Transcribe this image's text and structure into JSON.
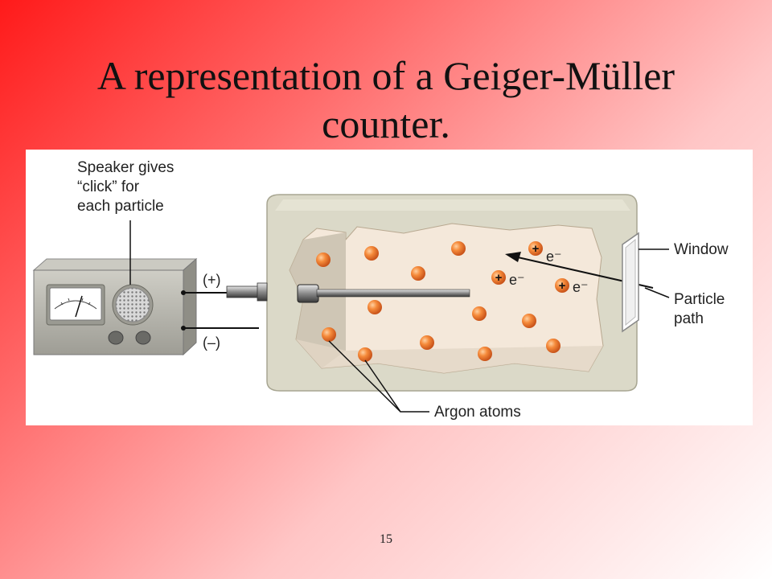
{
  "slide": {
    "title": "A representation of a Geiger-Müller counter.",
    "page_number": "15"
  },
  "diagram": {
    "labels": {
      "speaker": [
        "Speaker gives",
        "“click” for",
        "each particle"
      ],
      "window": "Window",
      "particle_path": [
        "Particle",
        "path"
      ],
      "argon_atoms": "Argon atoms",
      "positive": "(+)",
      "negative": "(–)"
    },
    "ion_charge": "+",
    "electron_label": "e⁻",
    "colors": {
      "atom": "#f07a2a",
      "housing": "#d9d6c5",
      "chamber": "#f3e6d8",
      "meter_box": "#b8b7ad"
    }
  }
}
